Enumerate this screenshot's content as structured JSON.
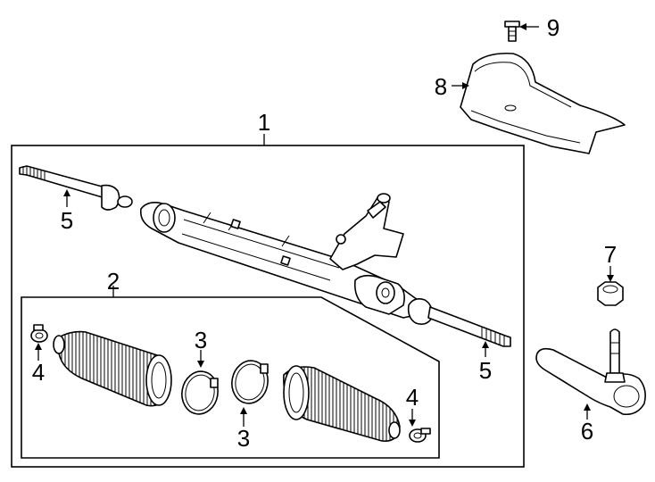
{
  "callouts": [
    {
      "id": "c1",
      "text": "1"
    },
    {
      "id": "c2",
      "text": "2"
    },
    {
      "id": "c3a",
      "text": "3"
    },
    {
      "id": "c3b",
      "text": "3"
    },
    {
      "id": "c4a",
      "text": "4"
    },
    {
      "id": "c4b",
      "text": "4"
    },
    {
      "id": "c5a",
      "text": "5"
    },
    {
      "id": "c5b",
      "text": "5"
    },
    {
      "id": "c6",
      "text": "6"
    },
    {
      "id": "c7",
      "text": "7"
    },
    {
      "id": "c8",
      "text": "8"
    },
    {
      "id": "c9",
      "text": "9"
    }
  ]
}
